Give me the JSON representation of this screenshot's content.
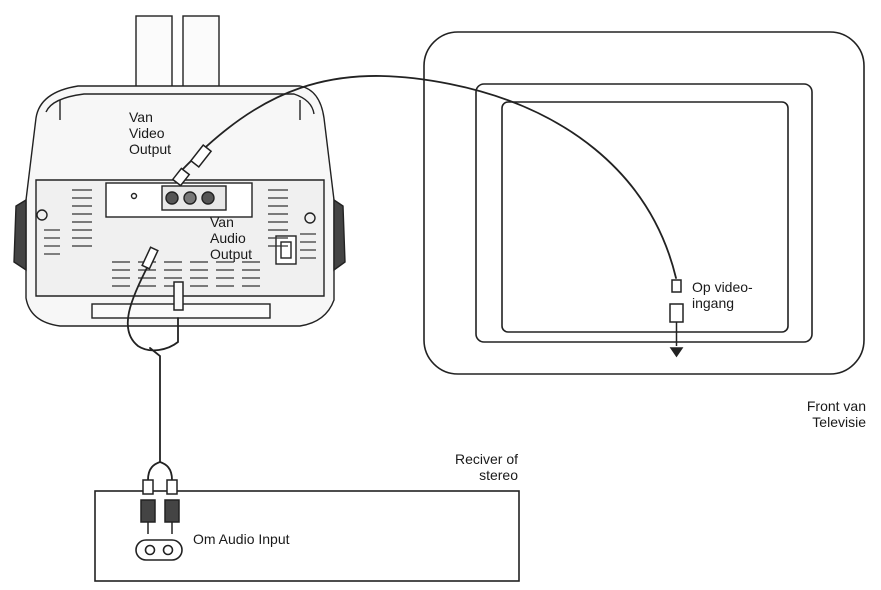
{
  "labels": {
    "video_output": "Van\nVideo\nOutput",
    "audio_output": "Van\nAudio\nOutput",
    "video_input": "Op video-\ningang",
    "tv_front": "Front van\nTelevisie",
    "receiver": "Reciver of\nstereo",
    "audio_input": "Om Audio Input"
  },
  "colors": {
    "line": "#222222",
    "device_fill": "#f4f4f4",
    "screen_fill": "#ffffff"
  }
}
